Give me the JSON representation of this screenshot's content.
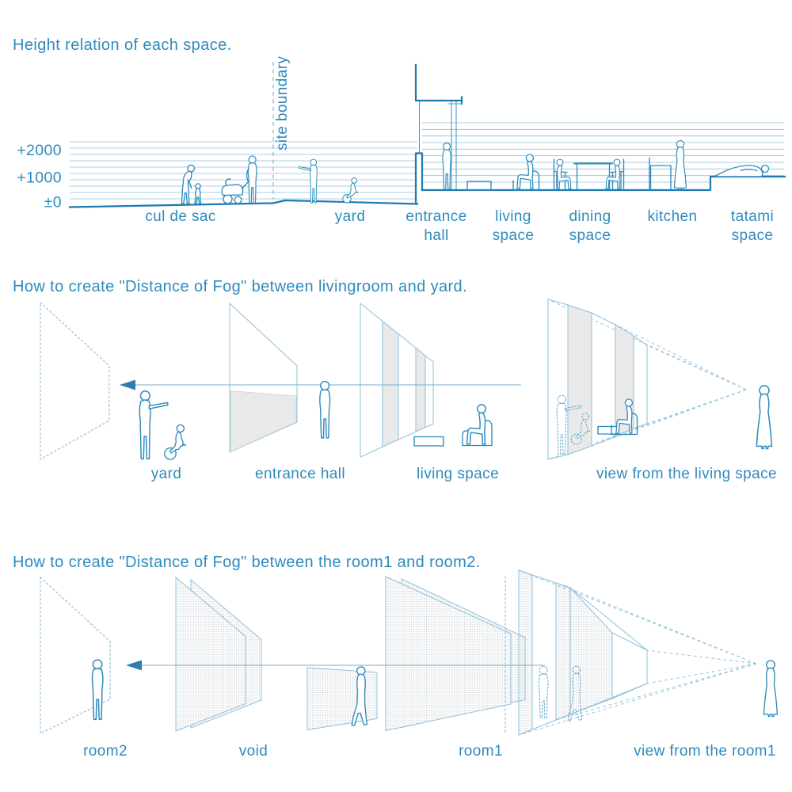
{
  "palette": {
    "ink_blue": "#2e8bbd",
    "heavy_line_blue": "#1d7ab1",
    "light_line_blue": "#8fc0da",
    "dashed_blue": "#9cc6de",
    "arrow_blue": "#2f7cb0",
    "gray_fill": "#e9e9e9",
    "stipple_gray": "#98a3ad",
    "background": "#ffffff"
  },
  "sections": {
    "height": {
      "title": "Height relation of each space.",
      "site_boundary": "site boundary",
      "levels": [
        "+2000",
        "+1000",
        "±0"
      ],
      "spaces": [
        {
          "l1": "cul de sac",
          "l2": ""
        },
        {
          "l1": "yard",
          "l2": ""
        },
        {
          "l1": "entrance",
          "l2": "hall"
        },
        {
          "l1": "living",
          "l2": "space"
        },
        {
          "l1": "dining",
          "l2": "space"
        },
        {
          "l1": "kitchen",
          "l2": ""
        },
        {
          "l1": "tatami",
          "l2": "space"
        }
      ]
    },
    "fog1": {
      "title": "How to create \"Distance of Fog\" between livingroom and yard.",
      "labels": [
        "yard",
        "entrance hall",
        "living space",
        "view from the living space"
      ]
    },
    "fog2": {
      "title": "How to create \"Distance of Fog\" between the room1 and room2.",
      "labels": [
        "room2",
        "void",
        "room1",
        "view from the room1"
      ]
    }
  }
}
